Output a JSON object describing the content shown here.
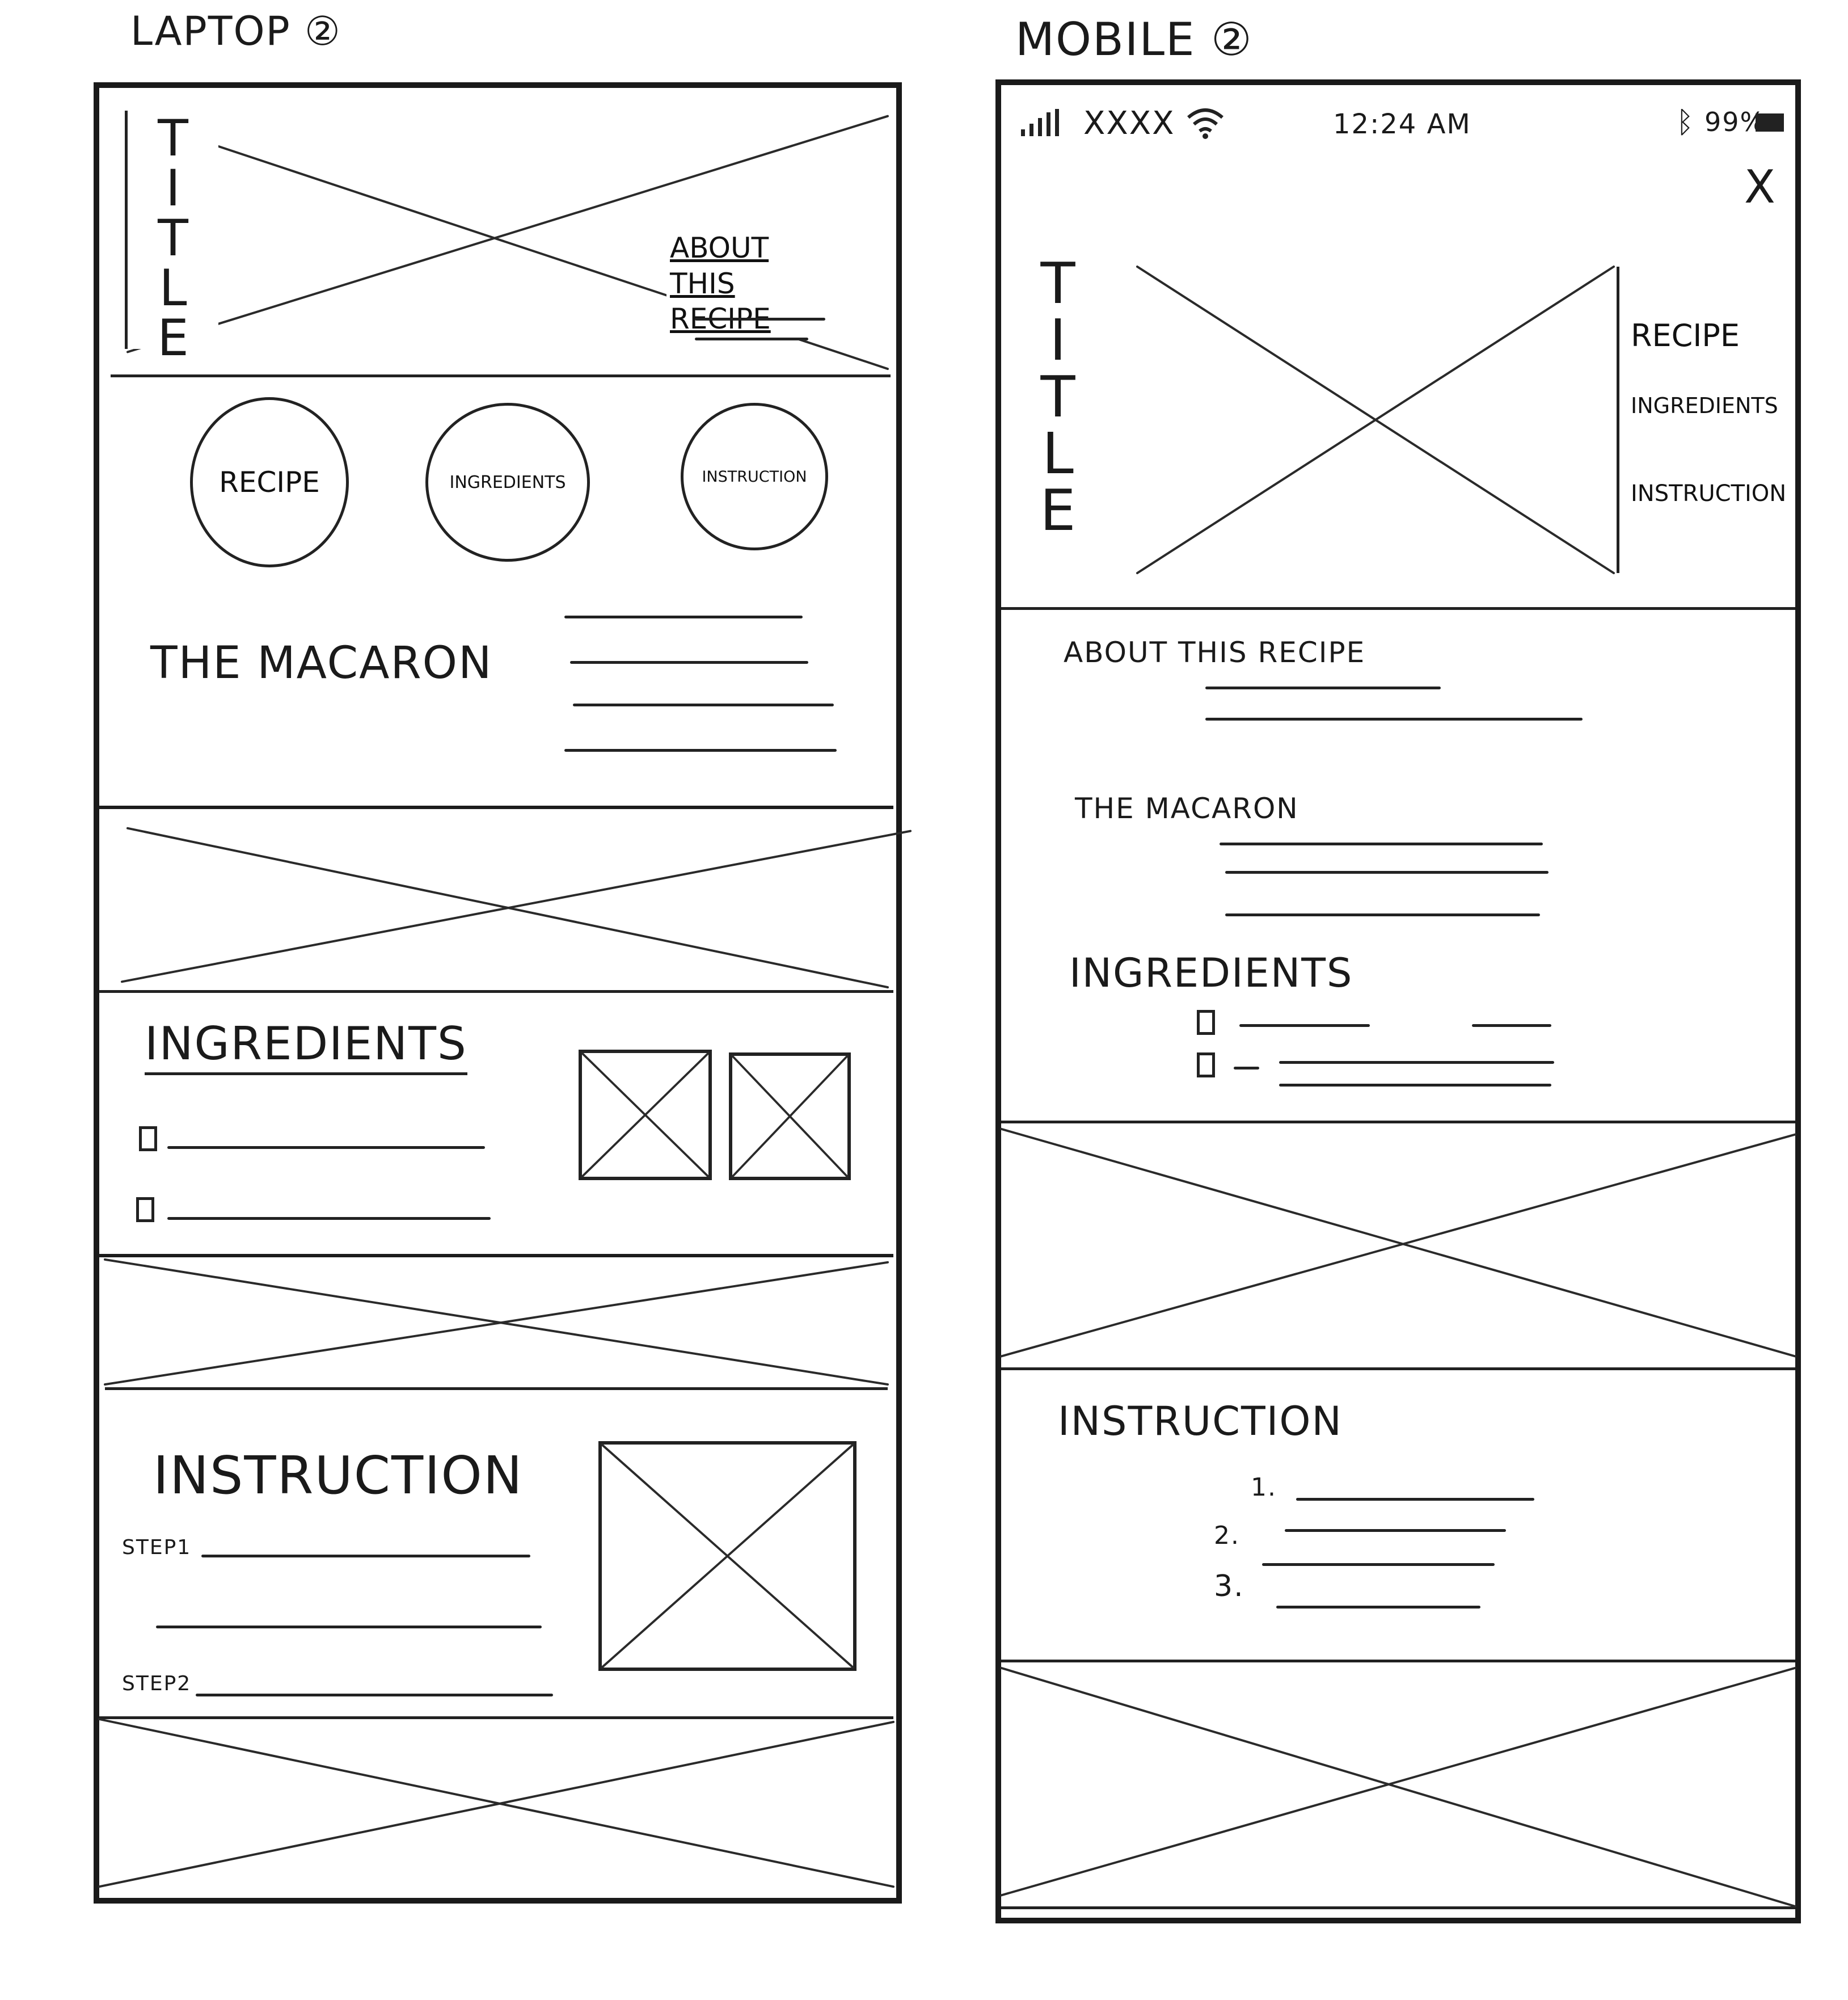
{
  "laptop": {
    "heading": "LAPTOP ②",
    "hero": {
      "title_letters": [
        "T",
        "I",
        "T",
        "L",
        "E"
      ],
      "about_label": "ABOUT THIS RECIPE"
    },
    "nav_circles": [
      "RECIPE",
      "INGREDIENTS",
      "INSTRUCTION"
    ],
    "intro_title": "THE MACARON",
    "ingredients": {
      "title": "INGREDIENTS"
    },
    "instruction": {
      "title": "INSTRUCTION",
      "steps": [
        "STEP1",
        "STEP2"
      ]
    }
  },
  "mobile": {
    "heading": "MOBILE ②",
    "status_bar": {
      "carrier": "XXXX",
      "time": "12:24 AM",
      "battery": "99%"
    },
    "close_label": "X",
    "hero": {
      "title_letters": [
        "T",
        "I",
        "T",
        "L",
        "E"
      ],
      "menu_items": [
        "RECIPE",
        "INGREDIENTS",
        "INSTRUCTION"
      ]
    },
    "about_label": "ABOUT THIS RECIPE",
    "intro_title": "THE MACARON",
    "ingredients": {
      "title": "INGREDIENTS"
    },
    "instruction": {
      "title": "INSTRUCTION",
      "step_numbers": [
        "1.",
        "2.",
        "3."
      ]
    }
  },
  "icons": [
    "signal-bars-icon",
    "wifi-icon",
    "bluetooth-icon",
    "battery-icon",
    "close-icon",
    "checkbox-icon",
    "image-placeholder-icon"
  ]
}
